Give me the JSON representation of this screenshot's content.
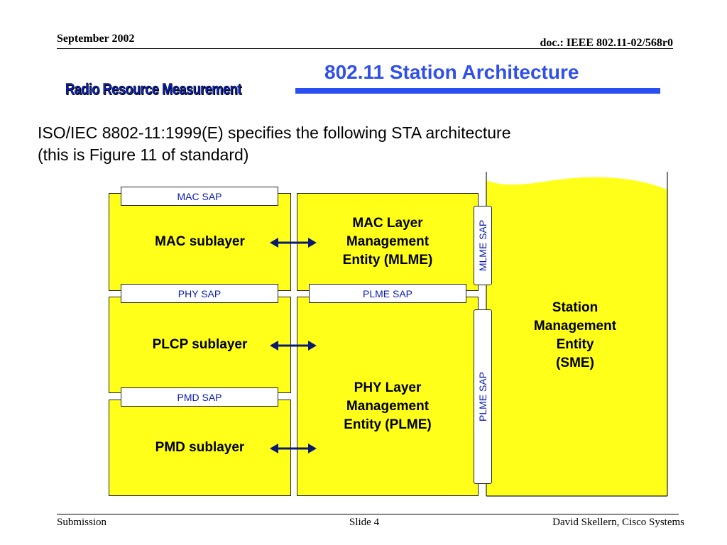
{
  "header": {
    "date": "September 2002",
    "doc": "doc.: IEEE 802.11-02/568r0"
  },
  "logo_text": "Radio Resource Measurement",
  "title": "802.11 Station Architecture",
  "intro": {
    "line1": "ISO/IEC 8802-11:1999(E) specifies the following STA architecture",
    "line2": "(this is Figure 11 of standard)"
  },
  "diagram": {
    "sublayers": {
      "mac": "MAC sublayer",
      "plcp": "PLCP sublayer",
      "pmd": "PMD sublayer"
    },
    "mlme": [
      "MAC Layer",
      "Management",
      "Entity (MLME)"
    ],
    "plme": [
      "PHY Layer",
      "Management",
      "Entity (PLME)"
    ],
    "sme": [
      "Station",
      "Management",
      "Entity",
      "(SME)"
    ],
    "saps": {
      "mac_sap": "MAC SAP",
      "phy_sap": "PHY SAP",
      "pmd_sap": "PMD SAP",
      "plme_sap_h": "PLME SAP",
      "mlme_sap_v": "MLME SAP",
      "plme_sap_v": "PLME SAP"
    },
    "colors": {
      "box_fill": "#ffff1a",
      "sap_text": "#0a1ab0"
    }
  },
  "footer": {
    "left": "Submission",
    "center": "Slide 4",
    "right": "David Skellern, Cisco Systems"
  }
}
